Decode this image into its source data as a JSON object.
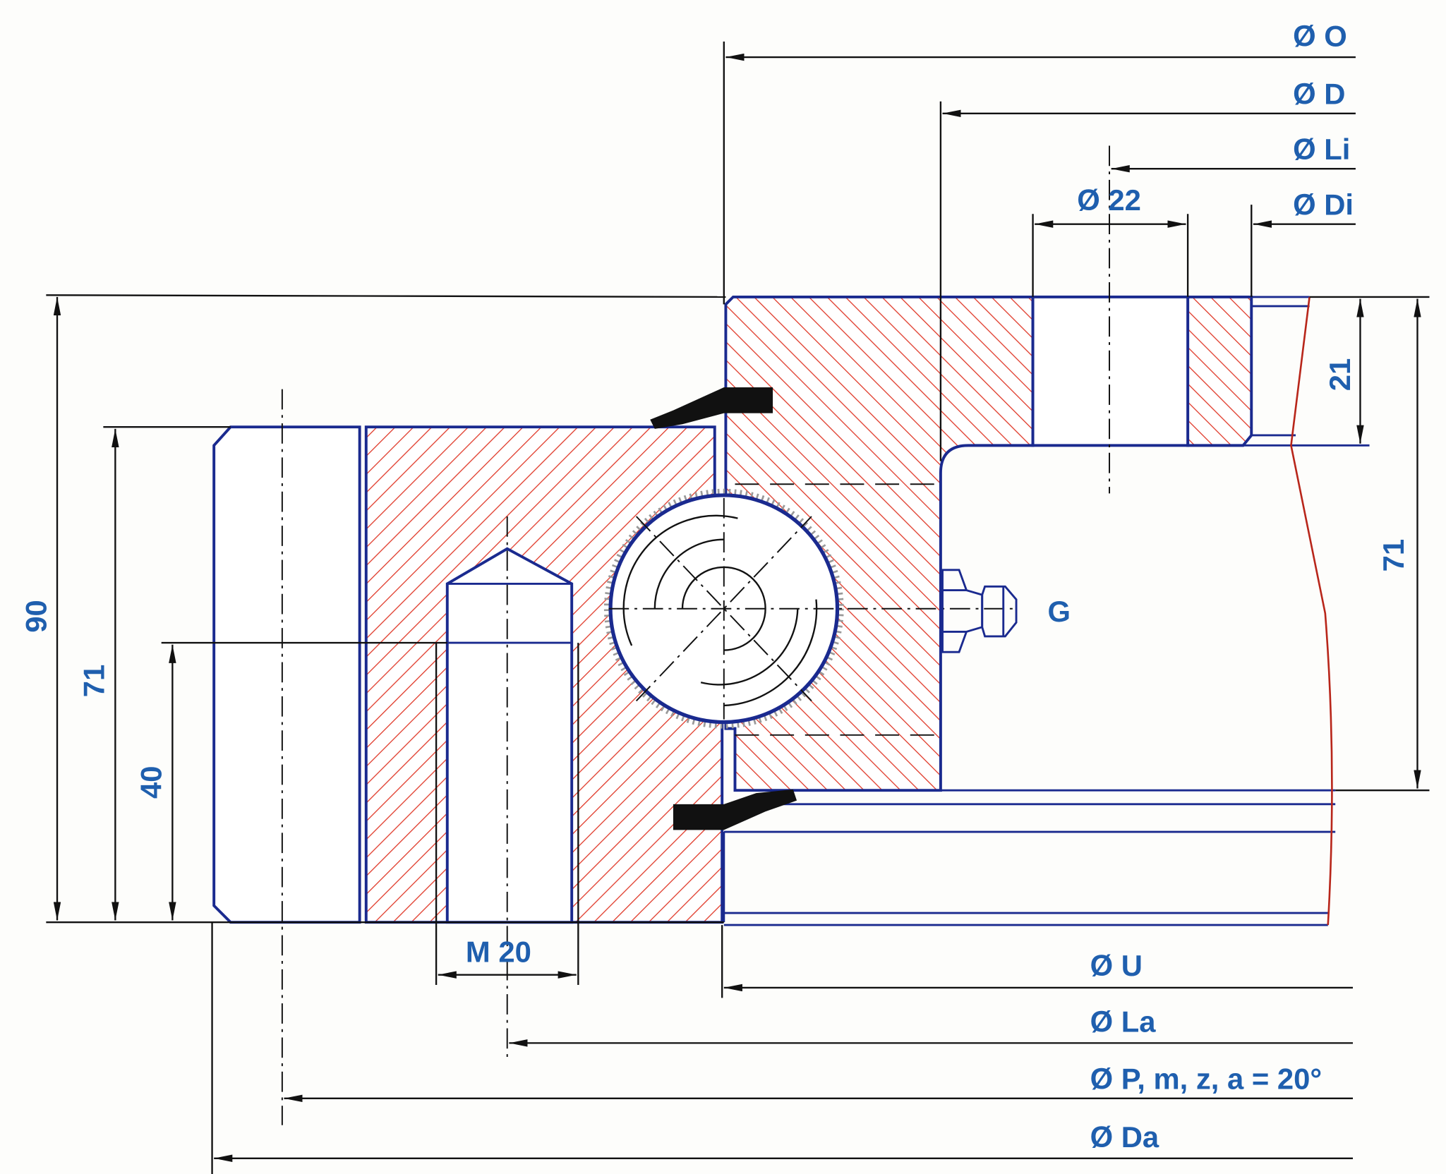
{
  "drawing": {
    "title": "Slewing bearing cross-section with external gear",
    "colors": {
      "text": "#1f5fae",
      "outline": "#1a2a8f",
      "hatch": "#e03a2a"
    },
    "top_dims": {
      "o": "Ø O",
      "d": "Ø D",
      "li": "Ø Li",
      "di": "Ø Di",
      "hole": "Ø 22"
    },
    "right_dims": {
      "flange_height": "21",
      "ring_height": "71"
    },
    "lubricator": "G",
    "left_dims": {
      "total_height": "90",
      "inner_height": "71",
      "thread_depth": "40"
    },
    "thread": "M 20",
    "bottom_dims": {
      "u": "Ø U",
      "la": "Ø La",
      "p": "Ø P, m, z, a = 20°",
      "da": "Ø Da"
    }
  }
}
